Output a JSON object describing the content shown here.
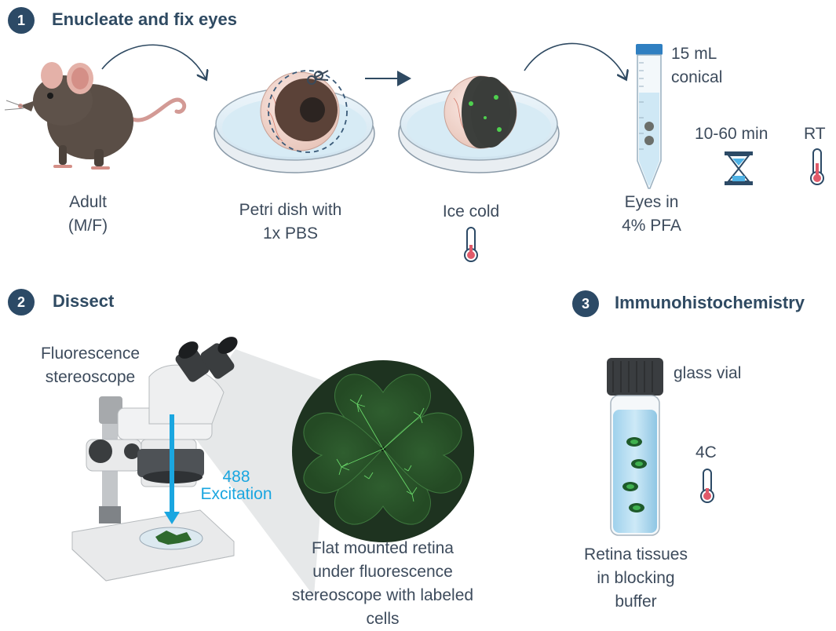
{
  "steps": [
    {
      "number": "1",
      "title": "Enucleate and fix eyes"
    },
    {
      "number": "2",
      "title": "Dissect"
    },
    {
      "number": "3",
      "title": "Immunohistochemistry"
    }
  ],
  "step1": {
    "mouse_label": [
      "Adult",
      "(M/F)"
    ],
    "dish1_label": [
      "Petri dish with",
      "1x PBS"
    ],
    "dish2_label": [
      "Ice cold"
    ],
    "tube_label": [
      "15 mL",
      "conical"
    ],
    "time_label": "10-60 min",
    "temp_label": "RT",
    "eyes_label": [
      "Eyes in",
      "4% PFA"
    ]
  },
  "step2": {
    "scope_label": [
      "Fluorescence",
      "stereoscope"
    ],
    "excitation_label": [
      "488",
      "Excitation"
    ],
    "retina_label": [
      "Flat mounted retina",
      "under fluorescence",
      "stereoscope with labeled",
      "cells"
    ]
  },
  "step3": {
    "vial_label": "glass vial",
    "temp_label": "4C",
    "tissue_label": [
      "Retina tissues",
      "in blocking",
      "buffer"
    ]
  },
  "colors": {
    "badge": "#2c4a66",
    "text": "#3d4b5c",
    "excitation": "#1aa6e0",
    "retina_bg": "#1e3320",
    "cell_green": "#4fd14f"
  },
  "icons": [
    "mouse-icon",
    "petri-dish-icon",
    "eye-icon",
    "scissors-icon",
    "conical-tube-icon",
    "hourglass-icon",
    "thermometer-icon",
    "stereoscope-icon",
    "retina-icon",
    "glass-vial-icon"
  ]
}
